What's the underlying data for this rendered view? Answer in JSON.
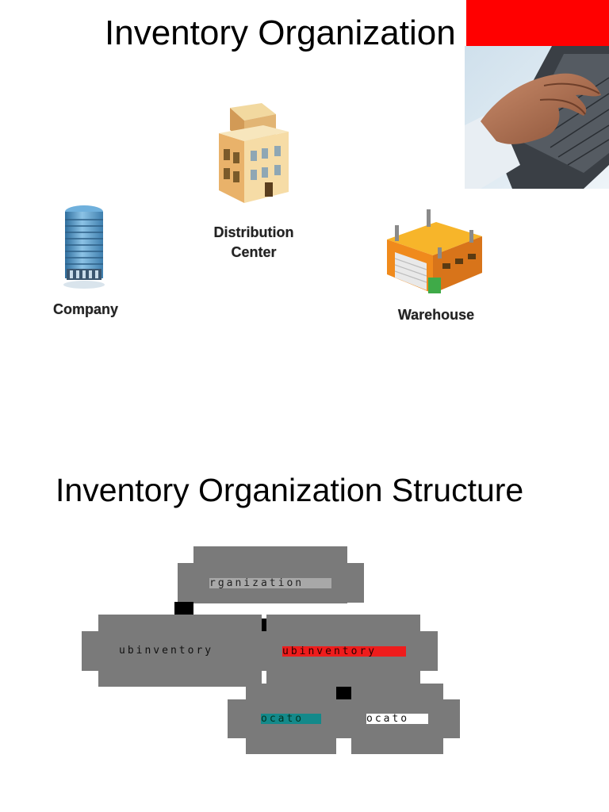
{
  "slide1": {
    "title": "Inventory Organization",
    "company_label": "Company",
    "distribution_center_label_line1": "Distribution",
    "distribution_center_label_line2": "Center",
    "warehouse_label": "Warehouse"
  },
  "slide2": {
    "title": "Inventory Organization Structure",
    "organization_label": "rganization",
    "sub_inventory_left_label": "ubinventory",
    "sub_inventory_right_label": "ubinventory",
    "locator_left_label": "ocato",
    "locator_right_label": "ocato"
  },
  "colors": {
    "red_accent": "#ff0000",
    "diagram_gray": "#7a7a7a",
    "subinventory_highlight": "#ee1c1c",
    "locator_highlight": "#13898a"
  }
}
